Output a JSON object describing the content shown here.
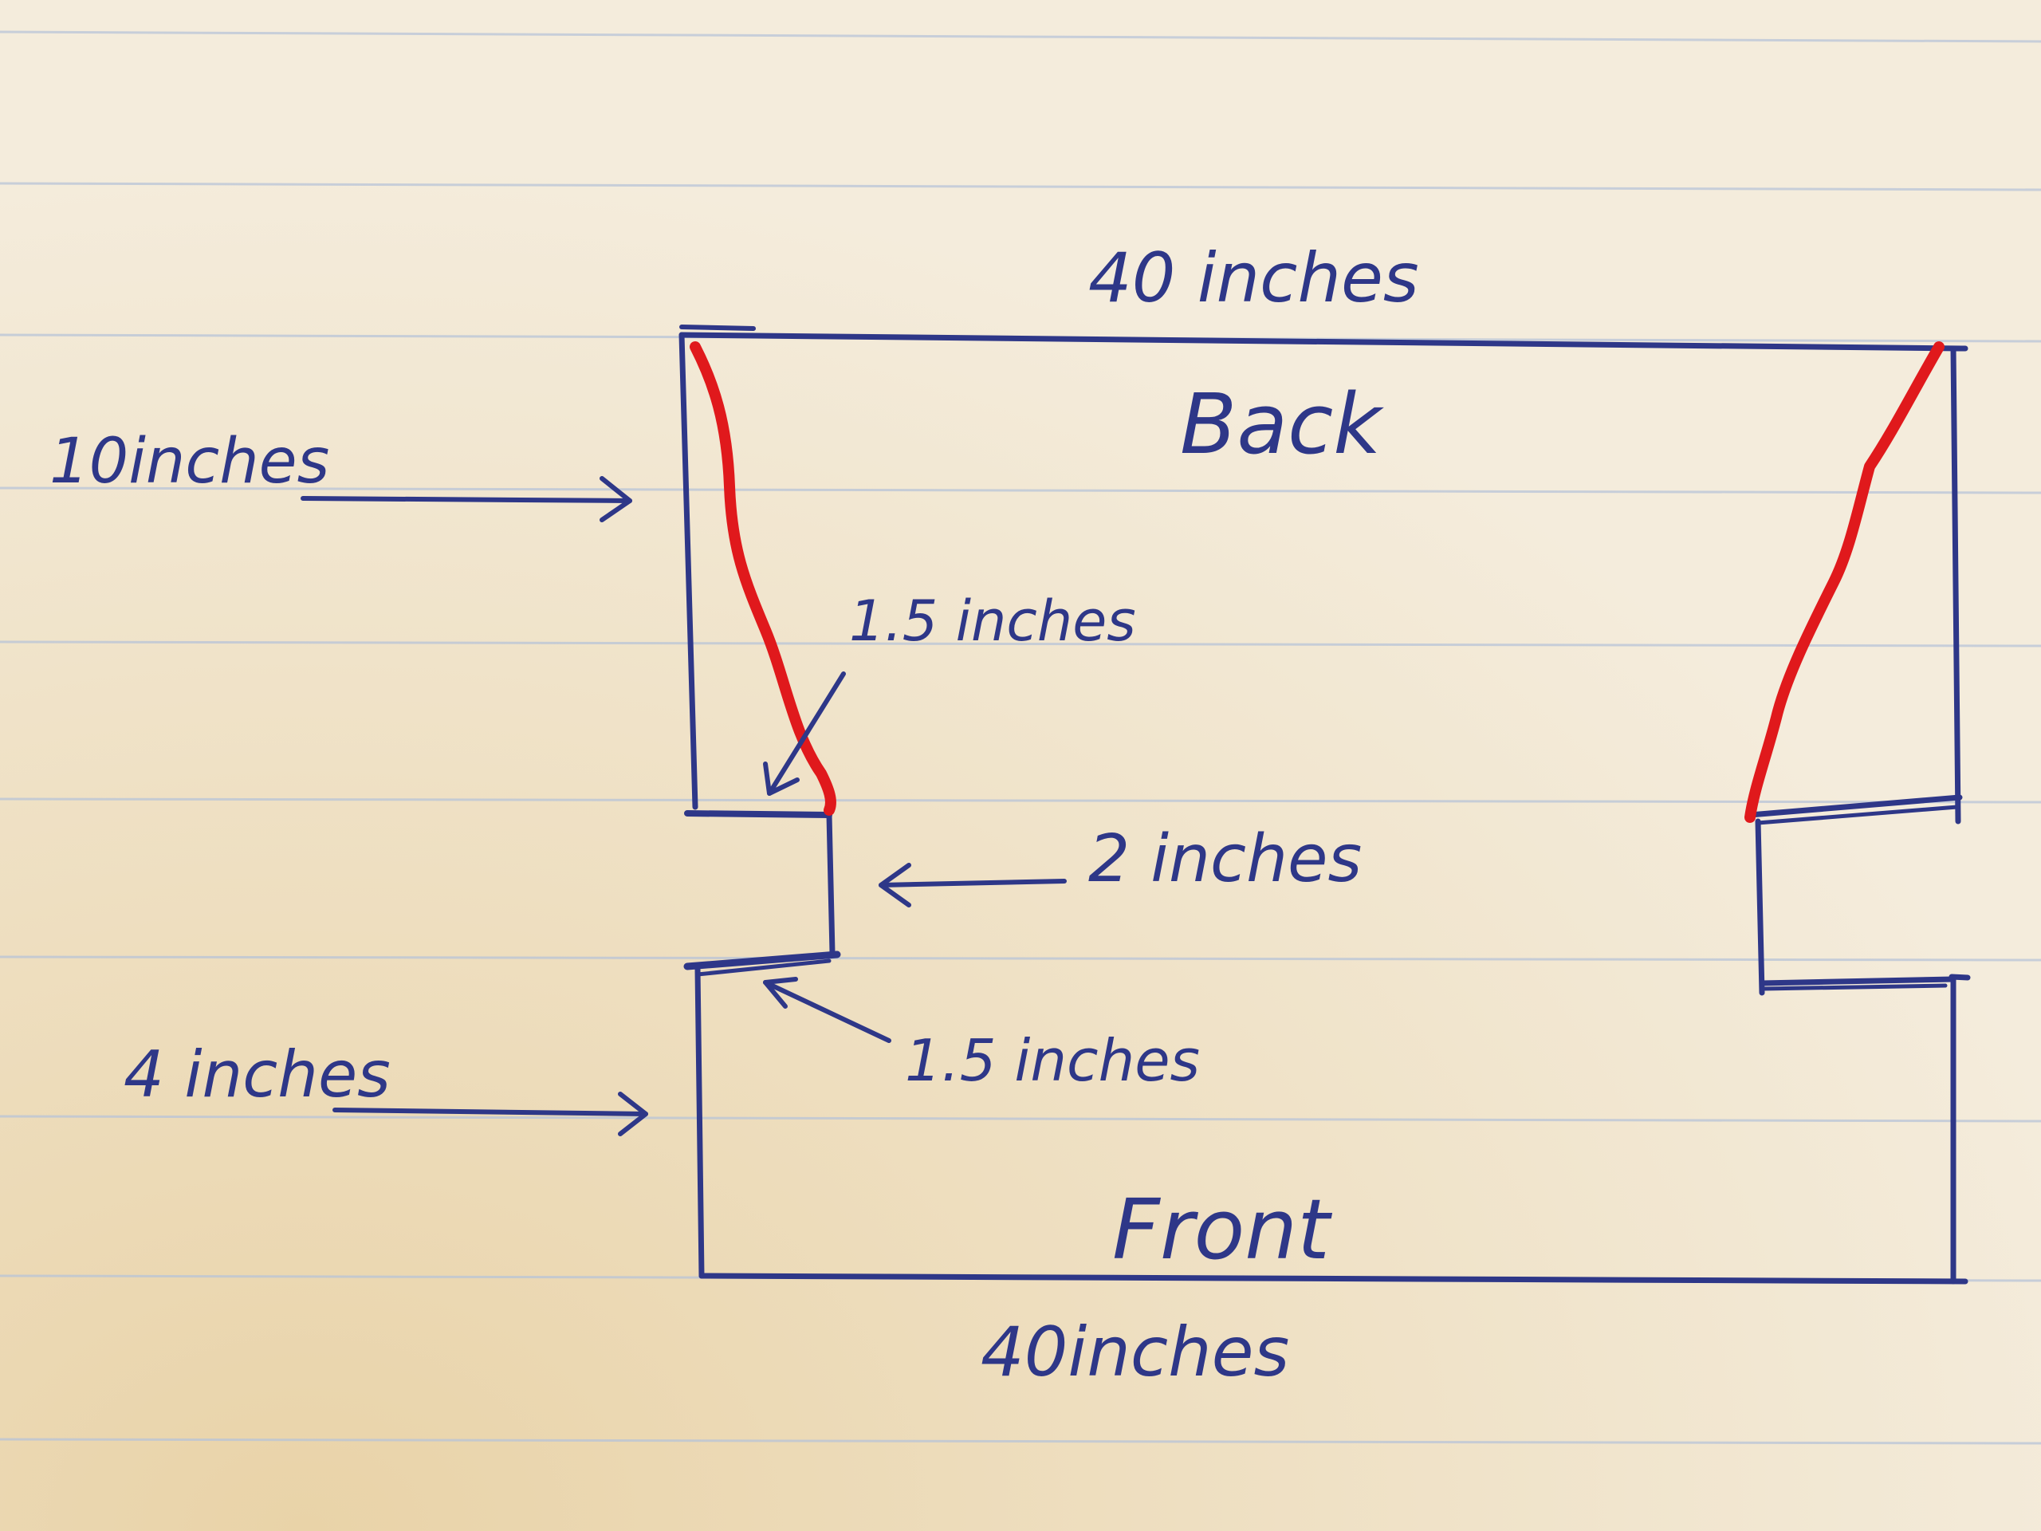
{
  "labels": {
    "top_width": "40 inches",
    "back": "Back",
    "back_height": "10inches",
    "notch_upper": "1.5 inches",
    "notch_depth": "2 inches",
    "notch_lower": "1.5 inches",
    "front_height": "4 inches",
    "front": "Front",
    "bottom_width": "40inches"
  },
  "colors": {
    "paper": "#f1e7d2",
    "ink": "#2e3788",
    "red_marker": "#e0191c",
    "ruled_line": "#b8c4d8"
  }
}
